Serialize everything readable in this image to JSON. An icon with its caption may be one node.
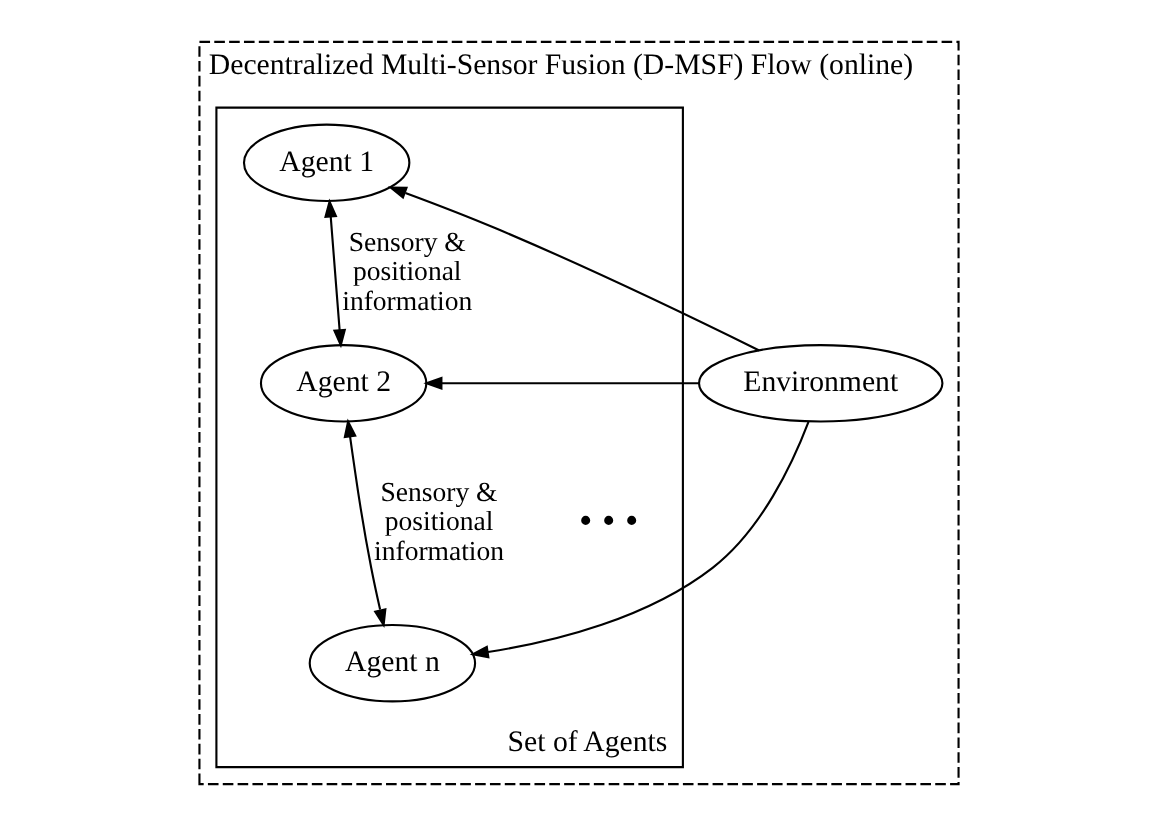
{
  "diagram": {
    "nodes": [
      {
        "text": [
          "Decentralized Multi-Sensor Fusion (D-MSF) Flow (online)"
        ]
      },
      {
        "text": [
          "Environment"
        ],
        "in": 0
      },
      {
        "text": [
          "Set of Agents"
        ],
        "in": 0
      },
      {
        "text": [
          "Agent 1"
        ],
        "in": 2
      },
      {
        "text": [
          "Agent 2"
        ],
        "in": 2
      },
      {
        "text": [
          "Agent n"
        ],
        "in": 2
      }
    ],
    "edges": [
      {
        "from": 1,
        "to": 3,
        "arrow": "to"
      },
      {
        "from": 1,
        "to": 4,
        "arrow": "to"
      },
      {
        "from": 1,
        "to": 5,
        "arrow": "to"
      },
      {
        "from": 3,
        "to": 4,
        "arrow": "both",
        "label": "Sensory & positional information"
      },
      {
        "from": 4,
        "to": 5,
        "arrow": "both",
        "label": "Sensory & positional information"
      }
    ],
    "labels": [
      "• • •"
    ]
  }
}
